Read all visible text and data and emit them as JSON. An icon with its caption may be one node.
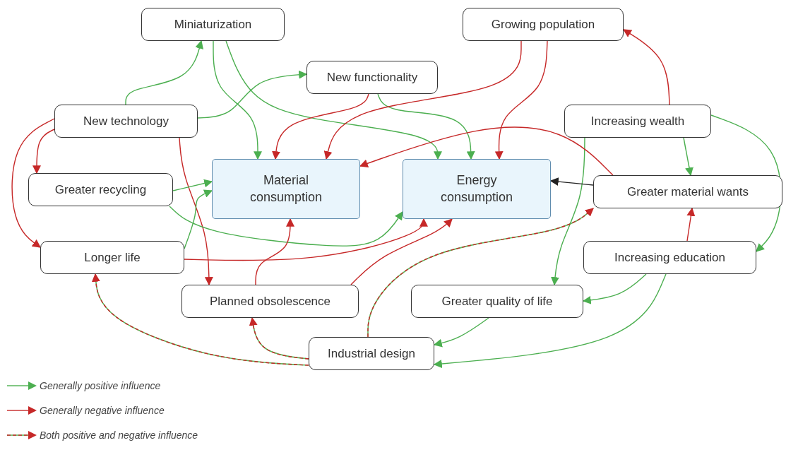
{
  "diagram": {
    "nodes": [
      {
        "text": [
          "Miniaturization"
        ]
      },
      {
        "text": [
          "Growing population"
        ]
      },
      {
        "text": [
          "New functionality"
        ]
      },
      {
        "text": [
          "New technology"
        ]
      },
      {
        "text": [
          "Increasing wealth"
        ]
      },
      {
        "text": [
          "Greater recycling"
        ]
      },
      {
        "text": [
          "Material consumption"
        ]
      },
      {
        "text": [
          "Energy consumption"
        ]
      },
      {
        "text": [
          "Greater material wants"
        ]
      },
      {
        "text": [
          "Longer life"
        ]
      },
      {
        "text": [
          "Increasing education"
        ]
      },
      {
        "text": [
          "Planned obsolescence"
        ]
      },
      {
        "text": [
          "Greater quality of life"
        ]
      },
      {
        "text": [
          "Industrial design"
        ]
      }
    ],
    "edges": [
      {
        "from": 3,
        "to": 0,
        "arrow": "to",
        "color": "#4caf50"
      },
      {
        "from": 3,
        "to": 2,
        "arrow": "to",
        "color": "#4caf50"
      },
      {
        "from": 3,
        "to": 5,
        "arrow": "to",
        "color": "#c62828"
      },
      {
        "from": 3,
        "to": 9,
        "arrow": "to",
        "color": "#c62828"
      },
      {
        "from": 3,
        "to": 11,
        "arrow": "to",
        "color": "#c62828"
      },
      {
        "from": 0,
        "to": 6,
        "arrow": "to",
        "color": "#4caf50"
      },
      {
        "from": 0,
        "to": 7,
        "arrow": "to",
        "color": "#4caf50"
      },
      {
        "from": 2,
        "to": 6,
        "arrow": "to",
        "color": "#c62828"
      },
      {
        "from": 2,
        "to": 7,
        "arrow": "to",
        "color": "#4caf50"
      },
      {
        "from": 1,
        "to": 6,
        "arrow": "to",
        "color": "#c62828"
      },
      {
        "from": 1,
        "to": 7,
        "arrow": "to",
        "color": "#c62828"
      },
      {
        "from": 4,
        "to": 1,
        "arrow": "to",
        "color": "#c62828"
      },
      {
        "from": 4,
        "to": 8,
        "arrow": "to",
        "color": "#4caf50"
      },
      {
        "from": 4,
        "to": 12,
        "arrow": "to",
        "color": "#4caf50"
      },
      {
        "from": 4,
        "to": 10,
        "arrow": "to",
        "color": "#4caf50"
      },
      {
        "from": 8,
        "to": 6,
        "arrow": "to",
        "color": "#c62828"
      },
      {
        "from": 8,
        "to": 7,
        "arrow": "to",
        "color": "#222222"
      },
      {
        "from": 5,
        "to": 6,
        "arrow": "to",
        "color": "#4caf50"
      },
      {
        "from": 5,
        "to": 7,
        "arrow": "to",
        "color": "#4caf50"
      },
      {
        "from": 9,
        "to": 6,
        "arrow": "to",
        "color": "#4caf50"
      },
      {
        "from": 9,
        "to": 7,
        "arrow": "to",
        "color": "#c62828"
      },
      {
        "from": 11,
        "to": 6,
        "arrow": "to",
        "color": "#c62828"
      },
      {
        "from": 11,
        "to": 7,
        "arrow": "to",
        "color": "#c62828"
      },
      {
        "from": 13,
        "to": 8,
        "arrow": "to",
        "style": "dashed",
        "color": "#c62828"
      },
      {
        "from": 13,
        "to": 9,
        "arrow": "to",
        "style": "dashed",
        "color": "#c62828"
      },
      {
        "from": 13,
        "to": 11,
        "arrow": "to",
        "style": "dashed",
        "color": "#c62828"
      },
      {
        "from": 10,
        "to": 8,
        "arrow": "to",
        "color": "#c62828"
      },
      {
        "from": 10,
        "to": 12,
        "arrow": "to",
        "color": "#4caf50"
      },
      {
        "from": 10,
        "to": 13,
        "arrow": "to",
        "color": "#4caf50"
      },
      {
        "from": 12,
        "to": 13,
        "arrow": "to",
        "color": "#4caf50"
      }
    ],
    "legend": [
      {
        "text": "Generally positive influence",
        "color": "#4caf50"
      },
      {
        "text": "Generally negative influence",
        "color": "#c62828"
      },
      {
        "text": "Both positive and negative influence"
      }
    ]
  }
}
